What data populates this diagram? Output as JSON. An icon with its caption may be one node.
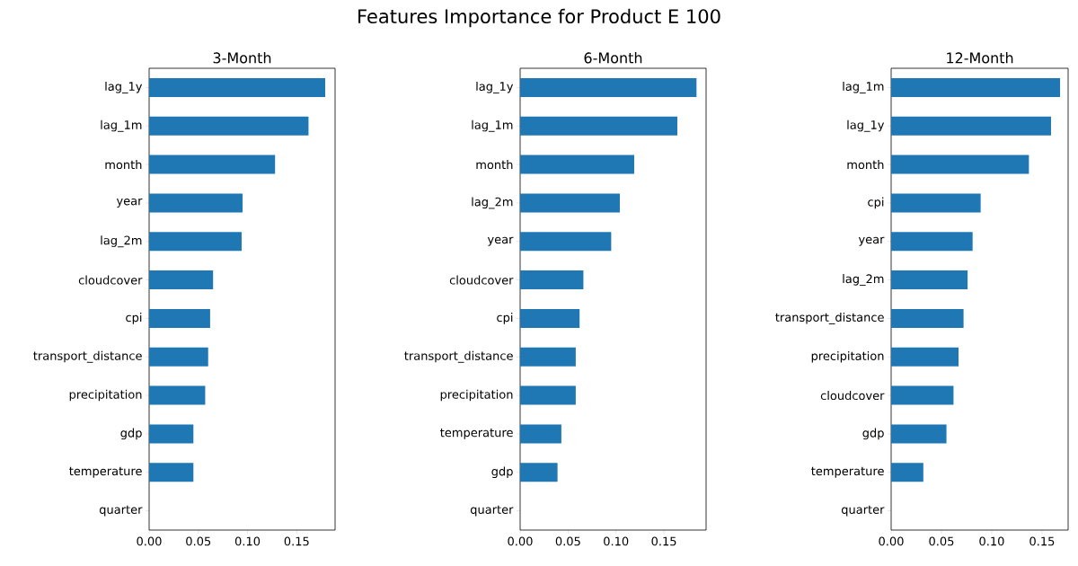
{
  "diagram": {
    "title": "Features Importance for Product E 100",
    "chart_data": [
      {
        "type": "bar",
        "orientation": "horizontal",
        "title": "3-Month",
        "categories": [
          "lag_1y",
          "lag_1m",
          "month",
          "year",
          "lag_2m",
          "cloudcover",
          "cpi",
          "transport_distance",
          "precipitation",
          "gdp",
          "temperature",
          "quarter"
        ],
        "series": [
          {
            "color": "#1f77b4",
            "values": [
              0.179,
              0.162,
              0.128,
              0.095,
              0.094,
              0.065,
              0.062,
              0.06,
              0.057,
              0.045,
              0.045,
              0.0
            ]
          }
        ],
        "xlim": [
          0,
          0.189
        ],
        "xticks": [
          {
            "value": 0,
            "label": "0.00"
          },
          {
            "value": 0.05,
            "label": "0.05"
          },
          {
            "value": 0.1,
            "label": "0.10"
          },
          {
            "value": 0.15,
            "label": "0.15"
          }
        ]
      },
      {
        "type": "bar",
        "orientation": "horizontal",
        "title": "6-Month",
        "categories": [
          "lag_1y",
          "lag_1m",
          "month",
          "lag_2m",
          "year",
          "cloudcover",
          "cpi",
          "transport_distance",
          "precipitation",
          "temperature",
          "gdp",
          "quarter"
        ],
        "series": [
          {
            "color": "#1f77b4",
            "values": [
              0.184,
              0.164,
              0.119,
              0.104,
              0.095,
              0.066,
              0.062,
              0.058,
              0.058,
              0.043,
              0.039,
              0.0
            ]
          }
        ],
        "xlim": [
          0,
          0.194
        ],
        "xticks": [
          {
            "value": 0,
            "label": "0.00"
          },
          {
            "value": 0.05,
            "label": "0.05"
          },
          {
            "value": 0.1,
            "label": "0.10"
          },
          {
            "value": 0.15,
            "label": "0.15"
          }
        ]
      },
      {
        "type": "bar",
        "orientation": "horizontal",
        "title": "12-Month",
        "categories": [
          "lag_1m",
          "lag_1y",
          "month",
          "cpi",
          "year",
          "lag_2m",
          "transport_distance",
          "precipitation",
          "cloudcover",
          "gdp",
          "temperature",
          "quarter"
        ],
        "series": [
          {
            "color": "#1f77b4",
            "values": [
              0.168,
              0.159,
              0.137,
              0.089,
              0.081,
              0.076,
              0.072,
              0.067,
              0.062,
              0.055,
              0.032,
              0.0
            ]
          }
        ],
        "xlim": [
          0,
          0.176
        ],
        "xticks": [
          {
            "value": 0,
            "label": "0.00"
          },
          {
            "value": 0.05,
            "label": "0.05"
          },
          {
            "value": 0.1,
            "label": "0.10"
          },
          {
            "value": 0.15,
            "label": "0.15"
          }
        ]
      }
    ]
  }
}
